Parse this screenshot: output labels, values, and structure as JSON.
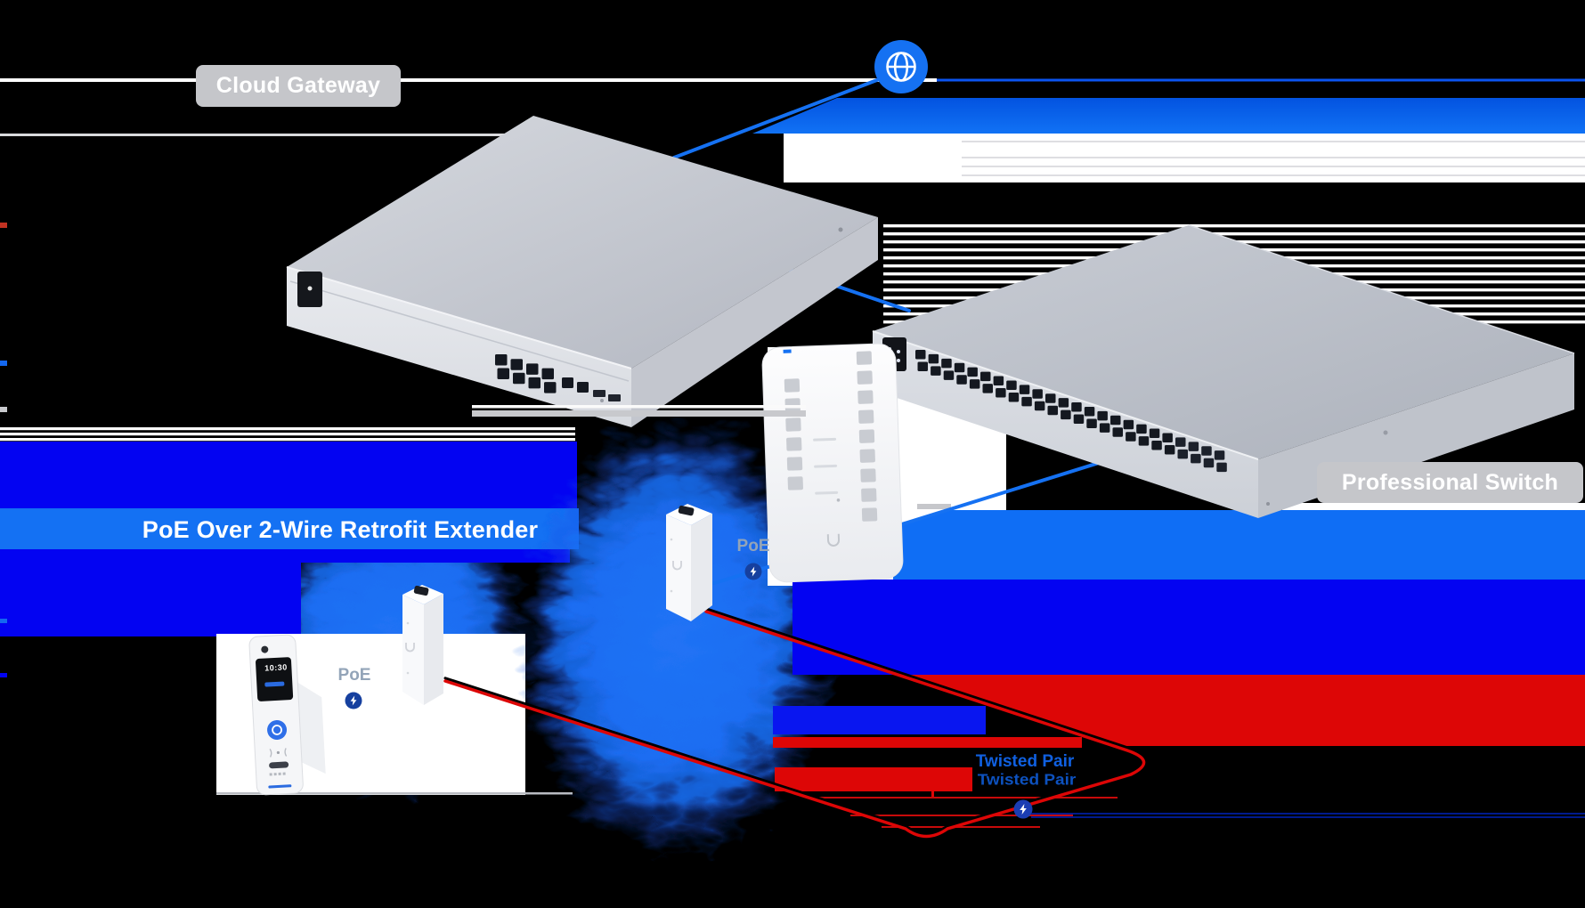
{
  "labels": {
    "cloud_gateway": "Cloud Gateway",
    "professional_switch": "Professional Switch",
    "banner": "PoE Over 2-Wire Retrofit Extender",
    "twisted_pair": "Twisted Pair",
    "poe": "PoE"
  },
  "intercom": {
    "screen_time": "10:30"
  },
  "icons": {
    "internet": "globe-icon",
    "poe_power": "lightning-icon",
    "brand": "u-logo"
  },
  "colors": {
    "accent_blue": "#1571f2",
    "band_bright_blue": "#146ef5",
    "glitch_blue": "#0203f2",
    "glitch_red": "#dd0606",
    "navy_line": "#001a8c",
    "label_gray": "#c5c6ca",
    "twisted_pair_text": "#1060e0",
    "poe_text": "#93a4b8",
    "glow_blue": "#1b6ff2"
  }
}
